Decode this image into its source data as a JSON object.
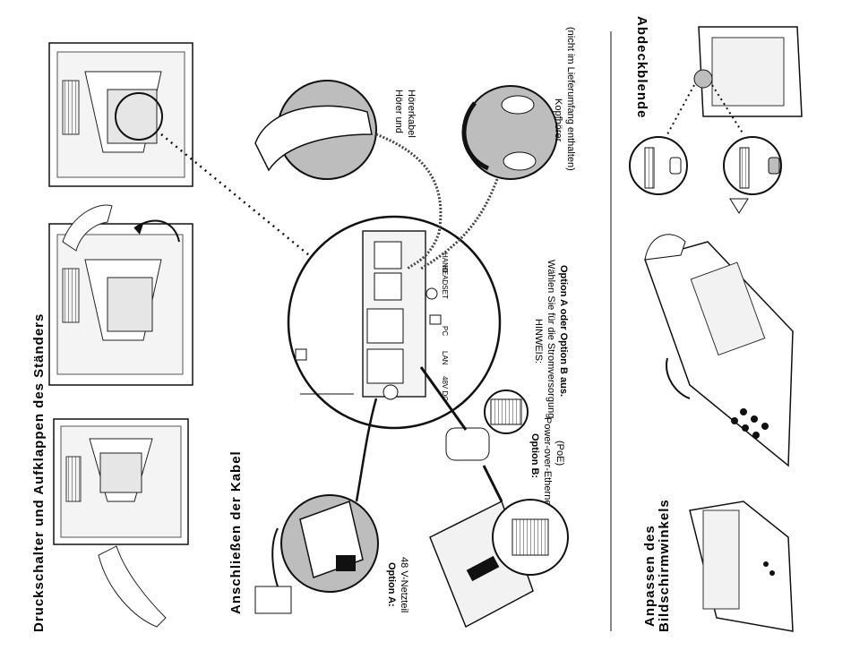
{
  "headings": {
    "stand": "Druckschalter und Aufklappen des Ständers",
    "cables": "Anschließen der Kabel",
    "cover": "Abdeckblende",
    "angle_line1": "Anpassen des",
    "angle_line2": "Bildschirmwinkels"
  },
  "labels": {
    "handset_line1": "Hörer und",
    "handset_line2": "Hörerkabel",
    "headphones_line1": "Kopfhörer",
    "headphones_line2": "(nicht im Lieferumfang enthalten)",
    "note_line1": "HINWEIS:",
    "note_line2": "Wählen Sie für die Stromversorgung",
    "note_line3": "Option A oder Option B aus.",
    "optionb_line1": "Option B:",
    "optionb_line2": "Power-over-Ethernet",
    "optionb_line3": "(PoE)",
    "optiona_line1": "Option A:",
    "optiona_line2": "48 V-Netzteil"
  },
  "ports": {
    "dc": "48V DC",
    "lan": "LAN",
    "pc": "PC",
    "headset": "HEADSET",
    "hand": "HAND"
  },
  "colors": {
    "line": "#111111",
    "callout_fill": "#bdbdbd",
    "device_fill": "#f2f2f2"
  }
}
